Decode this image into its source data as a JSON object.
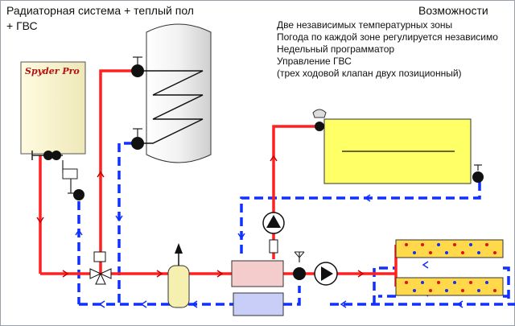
{
  "title_lines": [
    "Радиаторная система + теплый пол",
    "+ ГВС"
  ],
  "features": {
    "heading": "Возможности",
    "items": [
      "Две независимых температурных зоны",
      "Погода по каждой зоне регулируется независимо",
      "Недельный программатор",
      "Управление ГВС",
      "(трех ходовой клапан двух позиционный)"
    ]
  },
  "boiler": {
    "brand": "Spyder Pro"
  },
  "colors": {
    "supply": "#ff2020",
    "return": "#1030ff",
    "boiler_fill": "#fbf7d4",
    "radiator_fill": "#ffff66",
    "floor_fill": "#ffd94a",
    "manifold_fill": "#f4cccc",
    "manifold_low_fill": "#c8cef7",
    "expansion_fill": "#f6f0b0",
    "background_border": "#9aa0aa"
  }
}
